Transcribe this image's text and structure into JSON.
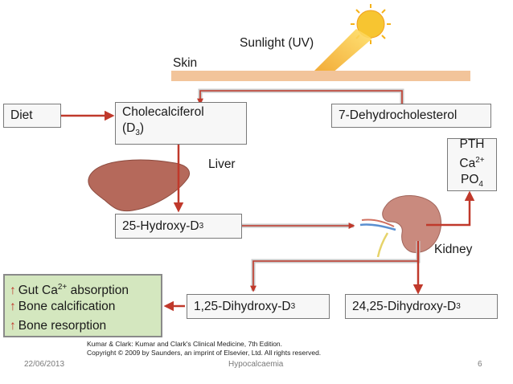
{
  "sunlight": "Sunlight (UV)",
  "skin": "Skin",
  "diet": "Diet",
  "cholecalciferol": {
    "name": "Cholecalciferol",
    "symbol": "(D",
    "sub": "3",
    "close": ")"
  },
  "dehydro": "7-Dehydrocholesterol",
  "liver": "Liver",
  "kidney": "Kidney",
  "hydroxy": {
    "text": "25-Hydroxy-D",
    "sub": "3"
  },
  "regulators": {
    "pth": "PTH",
    "ca": "Ca",
    "ca_sup": "2+",
    "po": "PO",
    "po_sub": "4"
  },
  "dihydroxy125": {
    "text": "1,25-Dihydroxy-D",
    "sub": "3"
  },
  "dihydroxy2425": {
    "text": "24,25-Dihydroxy-D",
    "sub": "3"
  },
  "effects": {
    "arrow": "↑",
    "gut_a": "Gut Ca",
    "gut_sup": "2+",
    "gut_b": " absorption",
    "bone_calc": "Bone calcification",
    "bone_res": "Bone resorption"
  },
  "credit": {
    "line1": "Kumar & Clark: Kumar and Clark's Clinical Medicine, 7th Edition.",
    "line2": "Copyright © 2009 by Saunders, an imprint of Elsevier, Ltd. All rights reserved."
  },
  "footer": {
    "date": "22/06/2013",
    "title": "Hypocalcaemia",
    "page": "6"
  },
  "colors": {
    "arrow": "#c0392b",
    "sun": "#f5b21a",
    "skin_band": "#f2c49a",
    "box_fill": "#f7f7f7",
    "effects_fill": "#d4e7bf",
    "liver": "#b5695b",
    "kidney": "#c98a7e"
  }
}
